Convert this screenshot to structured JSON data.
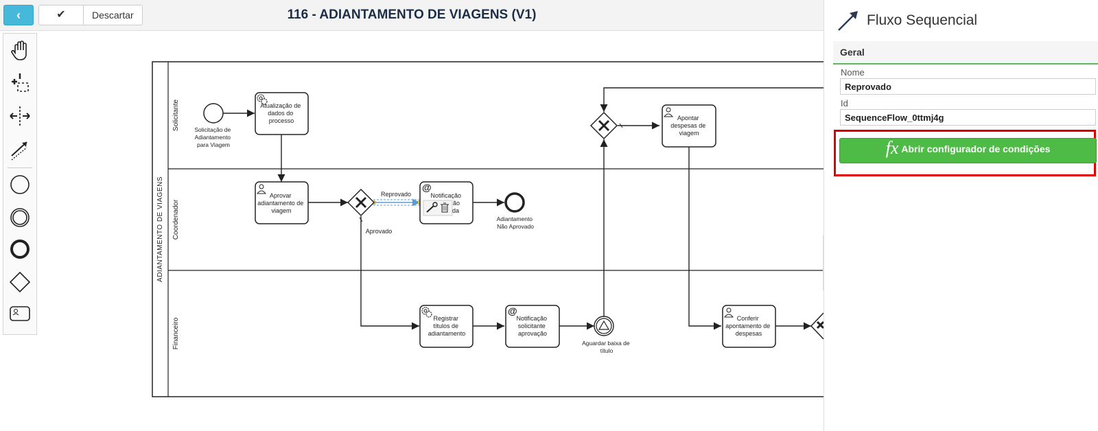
{
  "toolbar": {
    "back_icon": "chevron-left-icon",
    "save_icon": "check-icon",
    "discard_label": "Descartar"
  },
  "page": {
    "title": "116 - ADIANTAMENTO DE VIAGENS (V1)"
  },
  "palette": {
    "tools": [
      "hand-tool-icon",
      "lasso-tool-icon",
      "space-tool-icon",
      "connect-tool-icon",
      "start-event-icon",
      "intermediate-event-icon",
      "end-event-icon",
      "gateway-icon",
      "task-icon"
    ]
  },
  "diagram": {
    "pool_label": "ADIANTAMENTO DE VIAGENS",
    "lanes": [
      "Solicitante",
      "Coordenador",
      "Financeiro"
    ],
    "start_event_label": [
      "Solicitação de",
      "Adiantamento",
      "para Viagem"
    ],
    "task_update": [
      "Atualização de",
      "dados do",
      "processo"
    ],
    "task_approve": [
      "Aprovar",
      "adiantamento de",
      "viagem"
    ],
    "flow_reprovado": "Reprovado",
    "flow_aprovado": "Aprovado",
    "task_notify_reject": [
      "Notificação",
      "ção",
      "da"
    ],
    "end_event_label": [
      "Adiantamento",
      "Não Aprovado"
    ],
    "task_register": [
      "Registrar",
      "títulos de",
      "adiantamento"
    ],
    "task_notify_approval": [
      "Notificação",
      "solicitante",
      "aprovação"
    ],
    "intermediate_event_label": [
      "Aguardar baixa de",
      "título"
    ],
    "task_expenses": [
      "Apontar",
      "despesas de",
      "viagem"
    ],
    "task_check_expenses": [
      "Conferir",
      "apontamento de",
      "despesas"
    ],
    "colors": {
      "selection": "#5b9bd5",
      "stroke": "#222222"
    }
  },
  "panel": {
    "title": "Fluxo Sequencial",
    "section": "Geral",
    "name_label": "Nome",
    "name_value": "Reprovado",
    "id_label": "Id",
    "id_value": "SequenceFlow_0ttmj4g",
    "fx_symbol": "fx",
    "conditions_button": "Abrir configurador de condições",
    "colors": {
      "accent": "#5cb85c",
      "button": "#4fbb47",
      "highlight": "#e00000"
    }
  }
}
